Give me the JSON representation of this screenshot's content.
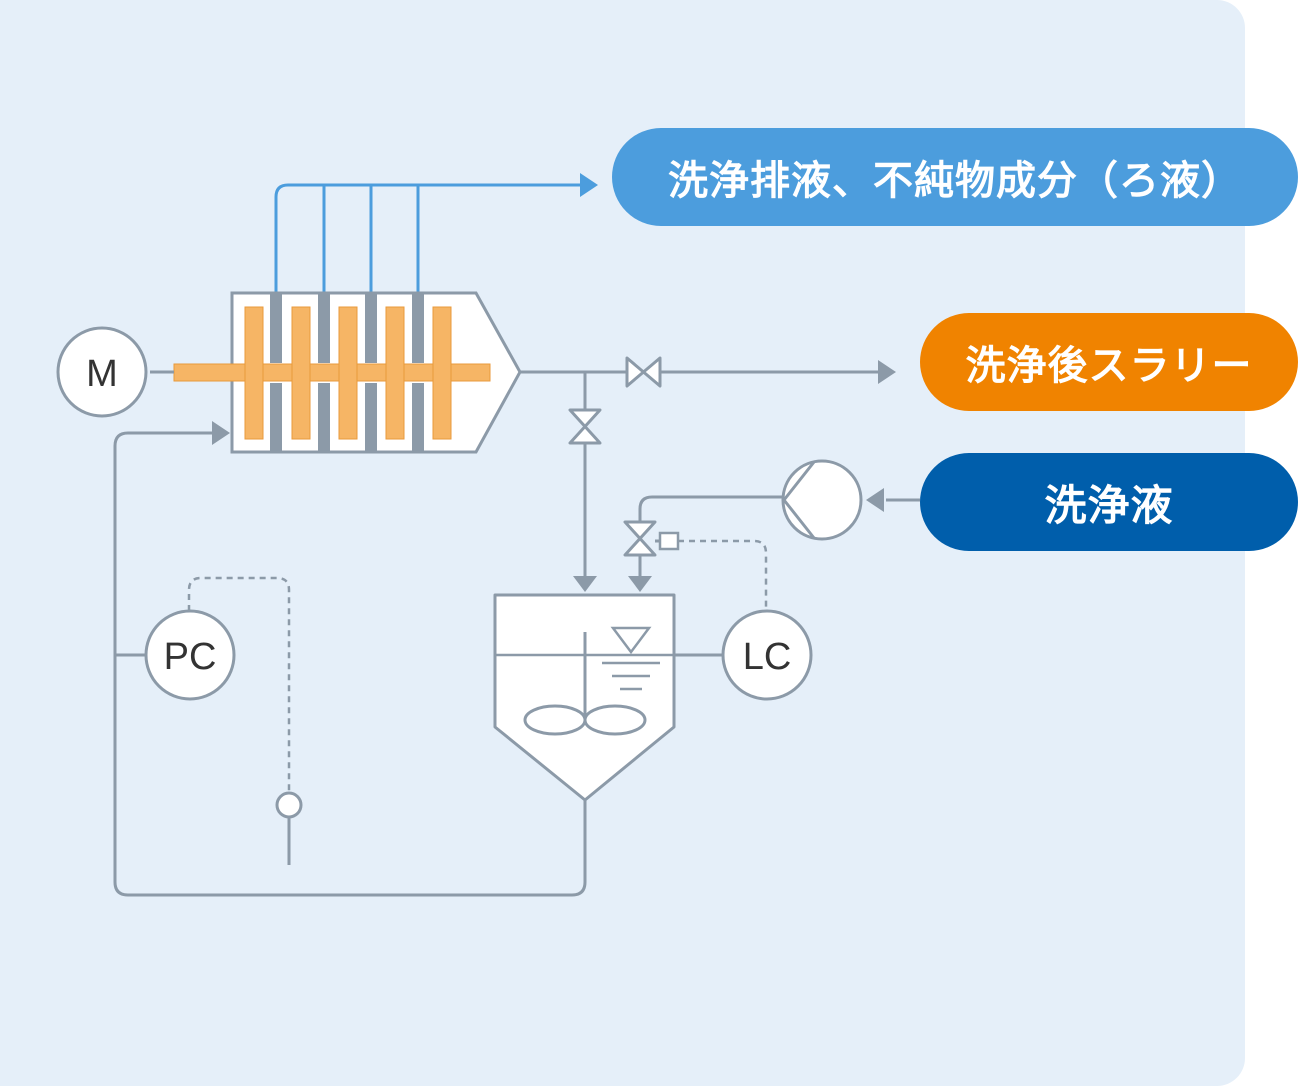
{
  "labels": {
    "drain": "洗浄排液、不純物成分（ろ液）",
    "slurry": "洗浄後スラリー",
    "wash_liquid": "洗浄液"
  },
  "instruments": {
    "motor": "M",
    "pressure_controller": "PC",
    "level_controller": "LC"
  },
  "colors": {
    "background_panel": "#e5eff9",
    "drain_blue": "#4c9ddd",
    "slurry_orange": "#f08300",
    "wash_navy": "#005eab",
    "pipe_gray": "#8c9aa8",
    "rotor_orange": "#f6b565"
  }
}
